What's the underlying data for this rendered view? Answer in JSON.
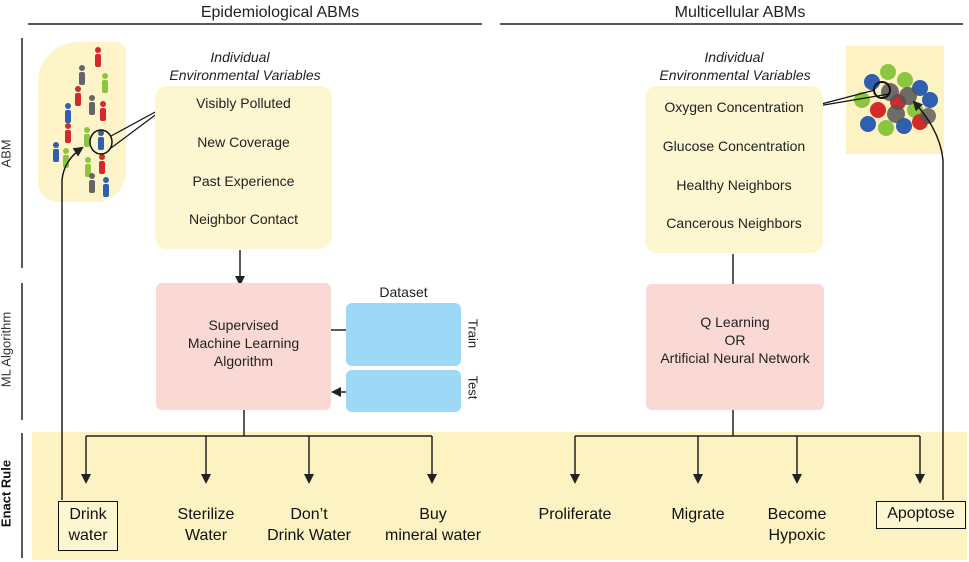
{
  "headers": {
    "left": "Epidemiological ABMs",
    "right": "Multicellular ABMs"
  },
  "row_labels": {
    "abm": "ABM",
    "ml": "ML Algorithm",
    "enact": "Enact Rule"
  },
  "left": {
    "env_title_line1": "Individual",
    "env_title_line2": "Environmental Variables",
    "variables": [
      "Visibly Polluted",
      "New Coverage",
      "Past Experience",
      "Neighbor Contact"
    ],
    "algorithm_line1": "Supervised",
    "algorithm_line2": "Machine Learning",
    "algorithm_line3": "Algorithm",
    "dataset_label": "Dataset",
    "train_label": "Train",
    "test_label": "Test",
    "outputs": [
      {
        "line1": "Drink",
        "line2": "water"
      },
      {
        "line1": "Sterilize",
        "line2": "Water"
      },
      {
        "line1": "Don’t",
        "line2": "Drink Water"
      },
      {
        "line1": "Buy",
        "line2": "mineral water"
      }
    ]
  },
  "right": {
    "env_title_line1": "Individual",
    "env_title_line2": "Environmental Variables",
    "variables": [
      "Oxygen Concentration",
      "Glucose Concentration",
      "Healthy Neighbors",
      "Cancerous Neighbors"
    ],
    "algorithm_line1": "Q Learning",
    "algorithm_line2": "OR",
    "algorithm_line3": "Artificial Neural Network",
    "outputs": [
      {
        "line1": "Proliferate",
        "line2": ""
      },
      {
        "line1": "Migrate",
        "line2": ""
      },
      {
        "line1": "Become",
        "line2": "Hypoxic"
      },
      {
        "line1": "Apoptose",
        "line2": ""
      }
    ]
  },
  "colors": {
    "variable_box": "#fdf7d1",
    "algorithm_box": "#fad9d4",
    "dataset_box": "#9dd8f6",
    "enact_band": "#fdf3c2",
    "person_red": "#d42a2a",
    "person_green": "#8cc63f",
    "person_blue": "#2e5fb0",
    "person_gray": "#666666"
  }
}
